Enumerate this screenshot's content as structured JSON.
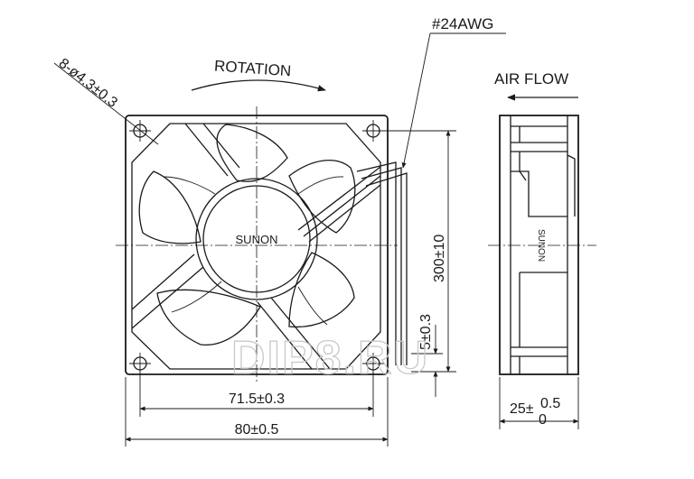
{
  "labels": {
    "hole_spec": "8-ø4.3±0.3",
    "rotation": "ROTATION",
    "wire_gauge": "#24AWG",
    "air_flow": "AIR FLOW",
    "hub_brand": "SUNON",
    "side_brand": "SUNON",
    "lead_length": "300±10",
    "strip_length": "5±0.3",
    "hole_spacing": "71.5±0.3",
    "frame_width": "80±0.5",
    "thickness_base": "25±",
    "thickness_upper": "0.5",
    "thickness_lower": "0"
  },
  "watermark": "DIP8.RU",
  "colors": {
    "line": "#1a1a1a",
    "watermark": "#c9c9c9",
    "background": "#ffffff"
  }
}
